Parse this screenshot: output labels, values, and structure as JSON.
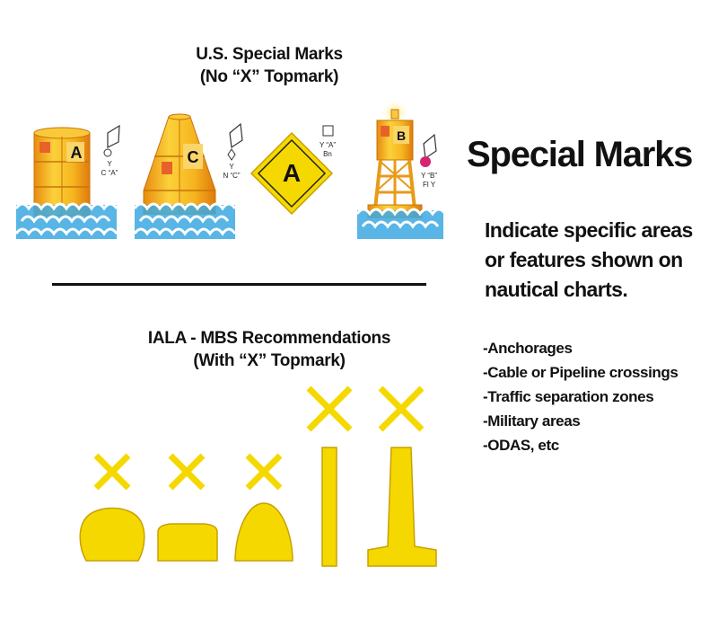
{
  "us_section": {
    "title_line1": "U.S. Special Marks",
    "title_line2": "(No “X” Topmark)"
  },
  "iala_section": {
    "title_line1": "IALA - MBS Recommendations",
    "title_line2": "(With “X” Topmark)"
  },
  "main_title": "Special Marks",
  "description": {
    "line1": "Indicate specific areas",
    "line2": "or features shown on",
    "line3": "nautical charts."
  },
  "examples": [
    "-Anchorages",
    "-Cable or Pipeline crossings",
    "-Traffic separation zones",
    "-Military areas",
    "-ODAS, etc"
  ],
  "us_marks": [
    {
      "letter": "A",
      "chart_top": "Y",
      "chart_bottom": "C “A”"
    },
    {
      "letter": "C",
      "chart_top": "Y",
      "chart_bottom": "N “C”"
    },
    {
      "letter": "A",
      "chart_top": "Y “A”",
      "chart_bottom": "Bn"
    },
    {
      "letter": "B",
      "chart_top": "Y “B”",
      "chart_bottom": "Fl Y"
    }
  ],
  "colors": {
    "yellow": "#F5D800",
    "buoy_yellow": "#F7C21A",
    "buoy_orange": "#F0A020",
    "water": "#3BA8E0",
    "light": "#D6246E",
    "text": "#111111"
  },
  "icons": [
    "can-buoy",
    "nun-buoy",
    "daybeacon",
    "lighted-buoy",
    "x-topmark",
    "spherical-buoy",
    "pillow-buoy",
    "conical-buoy",
    "spar-buoy",
    "pillar-buoy"
  ]
}
